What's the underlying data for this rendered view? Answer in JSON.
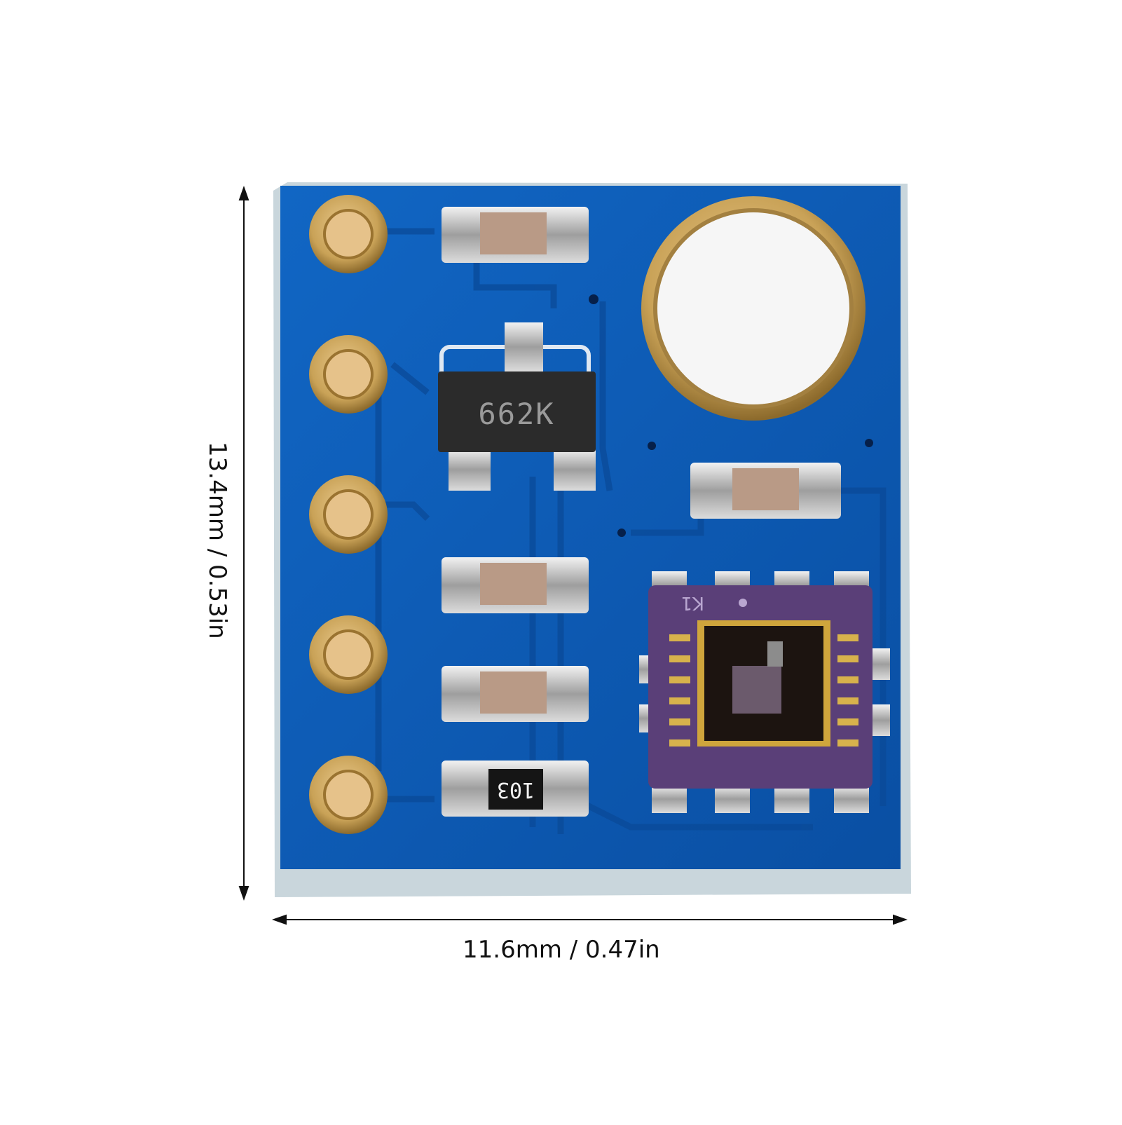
{
  "dimensions": {
    "width": "11.6mm / 0.47in",
    "height": "13.4mm / 0.53in"
  },
  "board": {
    "pcb_color": "#0d5bb5",
    "pad_color": "#c9a257",
    "chip_marking": "662K",
    "resistor_marking": "103",
    "sensor_marking": "K1",
    "sensor_color": "#5a3f78"
  }
}
